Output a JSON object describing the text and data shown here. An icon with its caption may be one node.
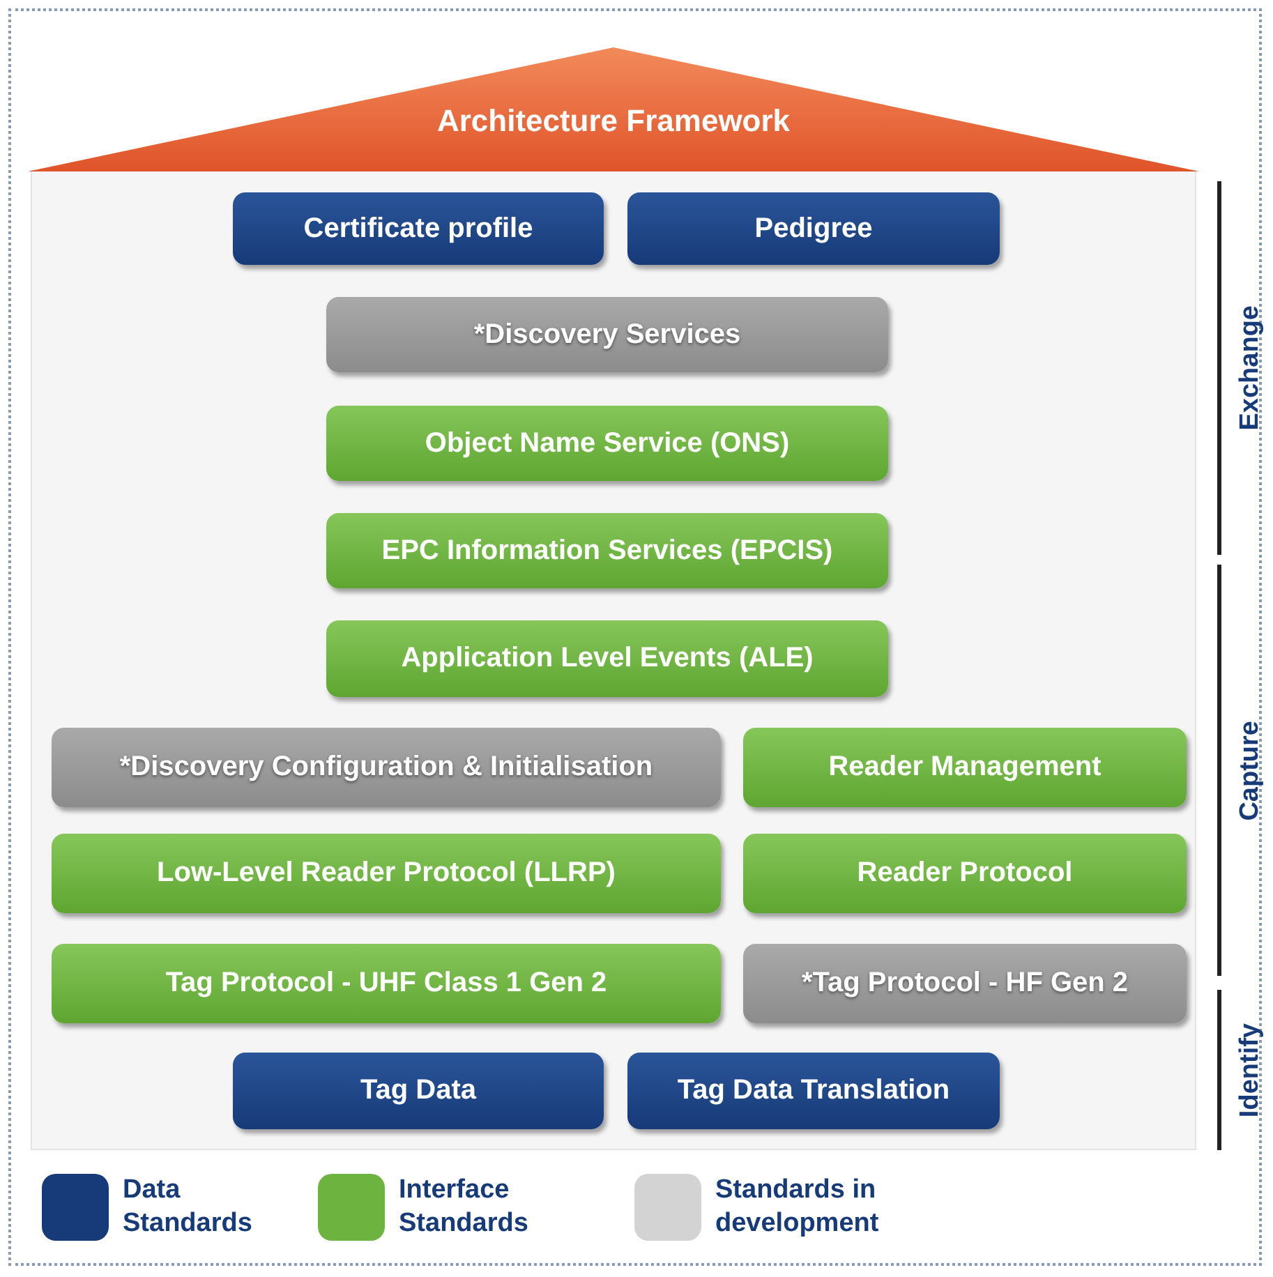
{
  "diagram": {
    "nodes": [
      {
        "text": [
          "Architecture Framework"
        ]
      },
      {
        "text": [
          "Certificate profile"
        ]
      },
      {
        "text": [
          "Pedigree"
        ]
      },
      {
        "text": [
          "*Discovery Services"
        ]
      },
      {
        "text": [
          "Object Name Service (ONS)"
        ]
      },
      {
        "text": [
          "EPC Information Services (EPCIS)"
        ]
      },
      {
        "text": [
          "Application Level Events (ALE)"
        ]
      },
      {
        "text": [
          "*Discovery Configuration & Initialisation"
        ]
      },
      {
        "text": [
          "Reader Management"
        ]
      },
      {
        "text": [
          "Low-Level Reader Protocol (LLRP)"
        ]
      },
      {
        "text": [
          "Reader Protocol"
        ]
      },
      {
        "text": [
          "Tag Protocol - UHF Class 1 Gen 2"
        ]
      },
      {
        "text": [
          "*Tag Protocol - HF Gen 2"
        ]
      },
      {
        "text": [
          "Tag Data"
        ]
      },
      {
        "text": [
          "Tag Data Translation"
        ]
      }
    ],
    "labels": [
      "Exchange",
      "Capture",
      "Identify"
    ],
    "legend": [
      {
        "text": "Data Standards",
        "color": "#173a78"
      },
      {
        "text": "Interface Standards",
        "color": "#6db33f"
      },
      {
        "text": "Standards in development",
        "color": "#d3d3d3"
      }
    ]
  }
}
